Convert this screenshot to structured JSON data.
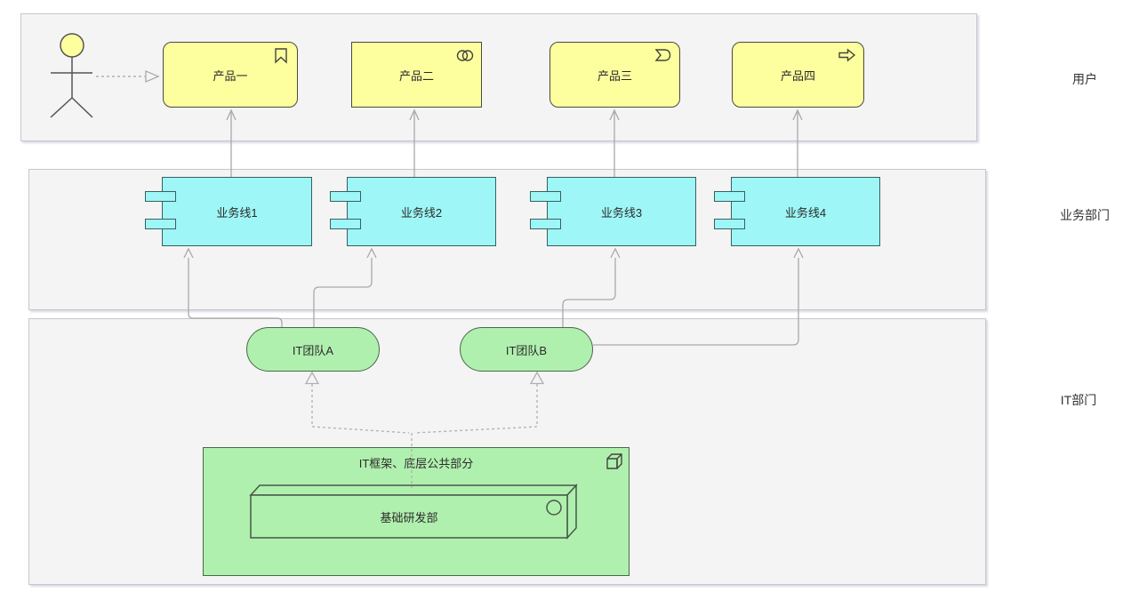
{
  "lanes": {
    "users": {
      "label": "用户"
    },
    "business": {
      "label": "业务部门"
    },
    "it": {
      "label": "IT部门"
    }
  },
  "products": [
    {
      "label": "产品一",
      "icon": "bookmark-icon"
    },
    {
      "label": "产品二",
      "icon": "collaboration-circles-icon"
    },
    {
      "label": "产品三",
      "icon": "event-icon"
    },
    {
      "label": "产品四",
      "icon": "process-arrow-icon"
    }
  ],
  "business_lines": [
    {
      "label": "业务线1"
    },
    {
      "label": "业务线2"
    },
    {
      "label": "业务线3"
    },
    {
      "label": "业务线4"
    }
  ],
  "it_teams": [
    {
      "label": "IT团队A"
    },
    {
      "label": "IT团队B"
    }
  ],
  "it_framework": {
    "title": "IT框架、底层公共部分",
    "node_label": "基础研发部"
  },
  "colors": {
    "product_fill": "#fdff9e",
    "product_stroke": "#4a4a40",
    "business_fill": "#9ef6f6",
    "business_stroke": "#38605f",
    "green_fill": "#b0f0ae",
    "green_stroke": "#4b664b",
    "lane_fill": "#f4f4f5",
    "lane_stroke": "#c6c6d2",
    "connector": "#a9a9a9",
    "text": "#2b2b2b"
  }
}
